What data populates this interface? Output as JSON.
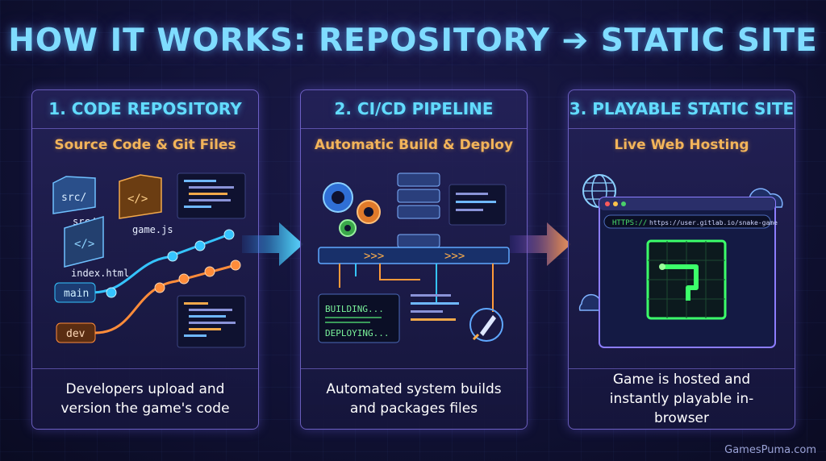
{
  "title": "HOW IT WORKS: REPOSITORY ➔ STATIC SITE",
  "panels": [
    {
      "heading": "1. CODE REPOSITORY",
      "subheading": "Source Code & Git Files",
      "labels": {
        "folder": "src/",
        "folder_caption": "src/",
        "file_js": "game.js",
        "file_html": "index.html",
        "branch_main": "main",
        "branch_dev": "dev"
      },
      "caption": "Developers upload and version the game's code"
    },
    {
      "heading": "2. CI/CD PIPELINE",
      "subheading": "Automatic Build & Deploy",
      "labels": {
        "building": "BUILDING...",
        "deploying": "DEPLOYING..."
      },
      "caption": "Automated system builds and packages files"
    },
    {
      "heading": "3. PLAYABLE STATIC SITE",
      "subheading": "Live Web Hosting",
      "labels": {
        "https": "HTTPS://",
        "url": "https://user.gitlab.io/snake-game"
      },
      "caption": "Game is hosted and instantly playable in-browser"
    }
  ],
  "watermark": "GamesPuma.com",
  "colors": {
    "accent_cyan": "#62dcff",
    "accent_orange": "#f3b45a",
    "panel_border": "#9682ff",
    "game_green": "#3cff6a"
  }
}
